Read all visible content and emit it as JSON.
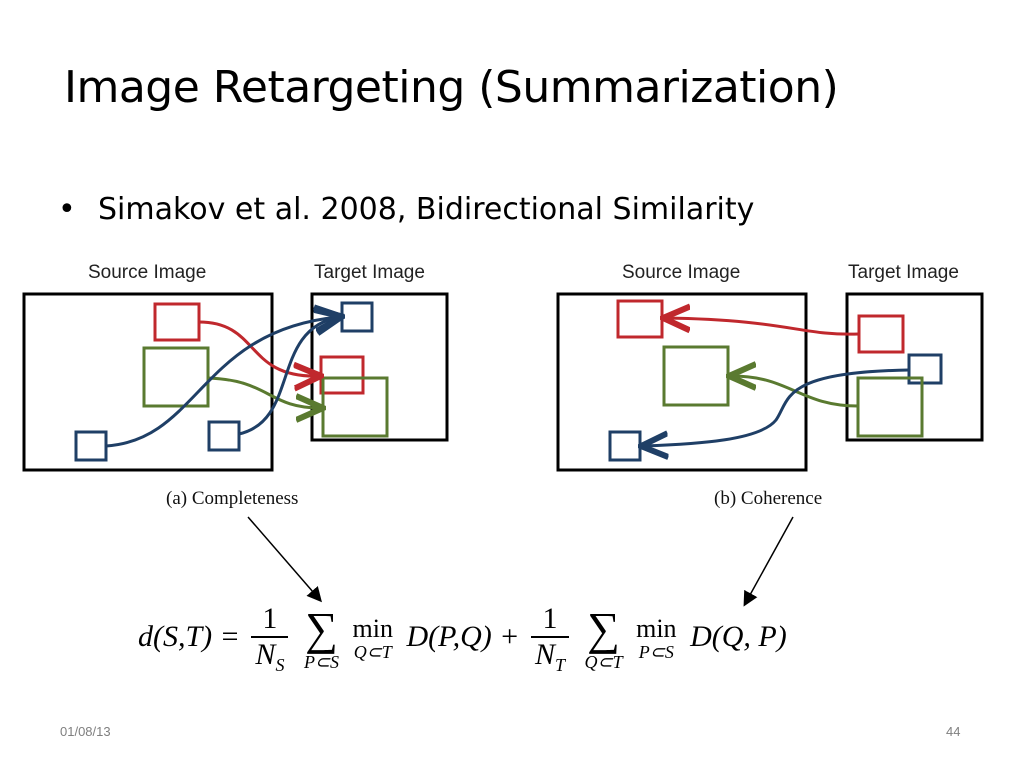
{
  "slide": {
    "title": "Image Retargeting (Summarization)",
    "bullet": "Simakov et al. 2008, Bidirectional Similarity",
    "date": "01/08/13",
    "page_number": "44"
  },
  "figure_a": {
    "source_label": "Source Image",
    "target_label": "Target Image",
    "caption": "(a) Completeness"
  },
  "figure_b": {
    "source_label": "Source Image",
    "target_label": "Target Image",
    "caption": "(b) Coherence"
  },
  "colors": {
    "red": "#c0282d",
    "green": "#5a7a30",
    "blue": "#1f3f66",
    "frame": "#000000"
  },
  "formula": {
    "lhs": "d(S,T) =",
    "frac1_num": "1",
    "frac1_den": "N",
    "frac1_den_sub": "S",
    "sum1_sub": "P⊂S",
    "min1_sub": "Q⊂T",
    "term1": "D(P,Q) +",
    "frac2_num": "1",
    "frac2_den": "N",
    "frac2_den_sub": "T",
    "sum2_sub": "Q⊂T",
    "min2_sub": "P⊂S",
    "term2": "D(Q, P)",
    "sigma": "∑",
    "min_word": "min"
  }
}
